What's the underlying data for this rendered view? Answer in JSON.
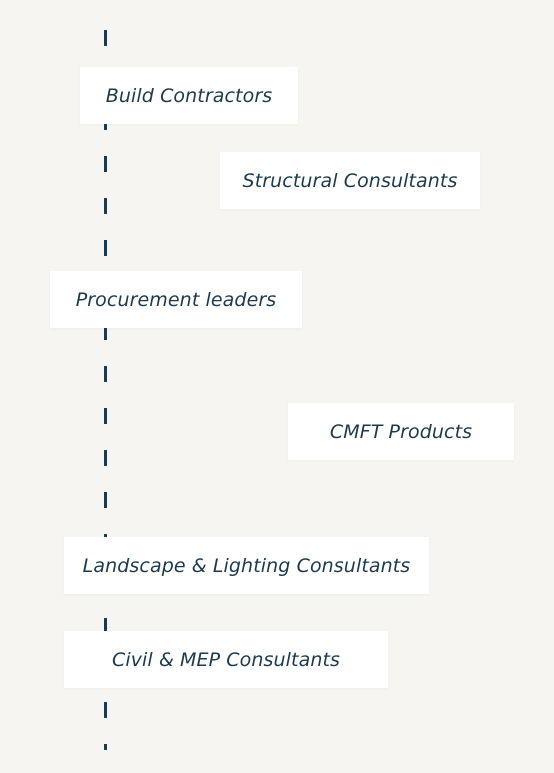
{
  "colors": {
    "background": "#f6f5f1",
    "card": "#ffffff",
    "text": "#1d3a4c",
    "line": "#1d3a4c"
  },
  "items": [
    {
      "label": "Build Contractors"
    },
    {
      "label": "Structural Consultants"
    },
    {
      "label": "Procurement leaders"
    },
    {
      "label": "CMFT Products"
    },
    {
      "label": "Landscape & Lighting Consultants"
    },
    {
      "label": "Civil & MEP Consultants"
    }
  ]
}
